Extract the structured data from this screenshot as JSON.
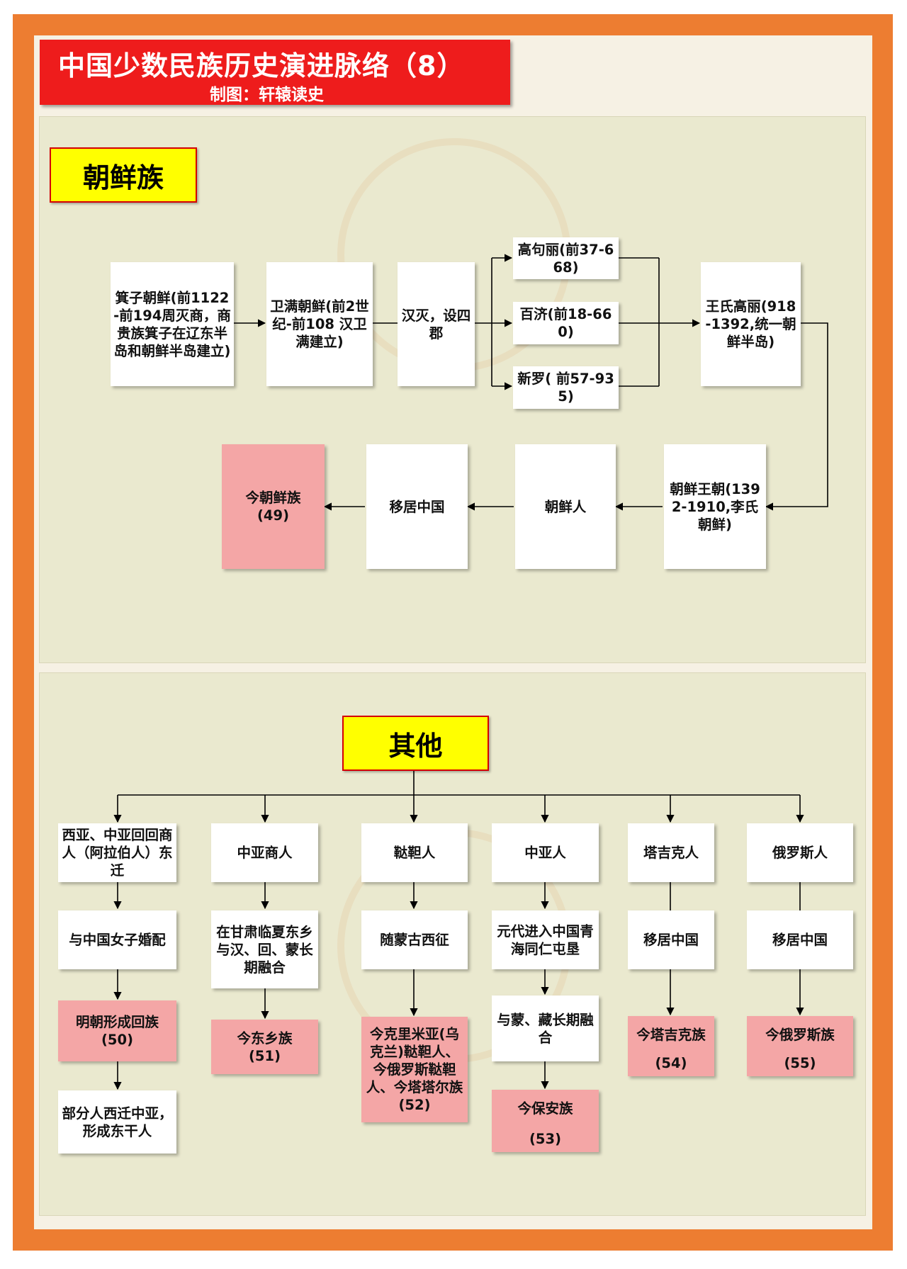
{
  "title": "中国少数民族历史演进脉络（8）",
  "subtitle": "制图：轩辕读史",
  "sections": {
    "korean": {
      "label": "朝鲜族",
      "nodes": {
        "jizi": "箕子朝鲜(前1122-前194周灭商，商贵族箕子在辽东半岛和朝鲜半岛建立)",
        "weiman": "卫满朝鲜(前2世纪-前108 汉卫满建立)",
        "han": "汉灭，设四郡",
        "goguryeo": "高句丽(前37-668)",
        "baekje": "百济(前18-660)",
        "silla": "新罗( 前57-935)",
        "goryeo": "王氏高丽(918-1392,统一朝鲜半岛)",
        "joseon": "朝鲜王朝(1392-1910,李氏朝鲜)",
        "koreans": "朝鲜人",
        "migrate": "移居中国",
        "today": "今朝鲜族",
        "today_num": "(49)"
      }
    },
    "others": {
      "label": "其他",
      "columns": [
        {
          "head": "西亚、中亚回回商人（阿拉伯人）东迁",
          "step1": "与中国女子婚配",
          "result": "明朝形成回族",
          "num": "(50)",
          "extra": "部分人西迁中亚，形成东干人"
        },
        {
          "head": "中亚商人",
          "step1": "在甘肃临夏东乡与汉、回、蒙长期融合",
          "result": "今东乡族",
          "num": "(51)"
        },
        {
          "head": "鞑靼人",
          "step1": "随蒙古西征",
          "result": "今克里米亚(乌克兰)鞑靼人、今俄罗斯鞑靼人、今塔塔尔族",
          "num": "(52)"
        },
        {
          "head": "中亚人",
          "step1": "元代进入中国青海同仁屯垦",
          "step2": "与蒙、藏长期融合",
          "result": "今保安族",
          "num": "(53)"
        },
        {
          "head": "塔吉克人",
          "step1": "移居中国",
          "result": "今塔吉克族",
          "num": "(54)"
        },
        {
          "head": "俄罗斯人",
          "step1": "移居中国",
          "result": "今俄罗斯族",
          "num": "(55)"
        }
      ]
    }
  },
  "colors": {
    "frame": "#ed7d31",
    "banner": "#ee1c1c",
    "label_bg": "#ffff00",
    "result_bg": "#f4a6a6"
  }
}
